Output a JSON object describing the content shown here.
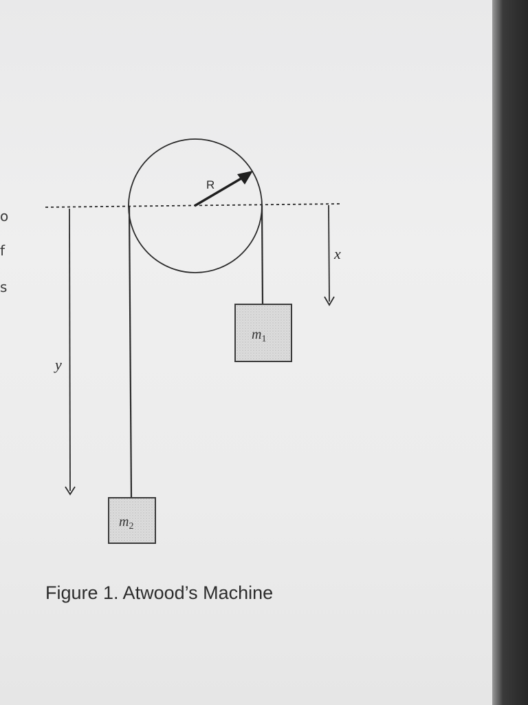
{
  "diagram": {
    "radius_label": "R",
    "mass_1": {
      "symbol": "m",
      "subscript": "1"
    },
    "mass_2": {
      "symbol": "m",
      "subscript": "2"
    },
    "x_label": "x",
    "y_label": "y"
  },
  "caption": "Figure 1. Atwood’s Machine",
  "margin_text": [
    "o",
    "f",
    "s"
  ],
  "colors": {
    "ink": "#2a2a2a",
    "paper": "#ececec",
    "block_fill": "#d6d6d6"
  }
}
